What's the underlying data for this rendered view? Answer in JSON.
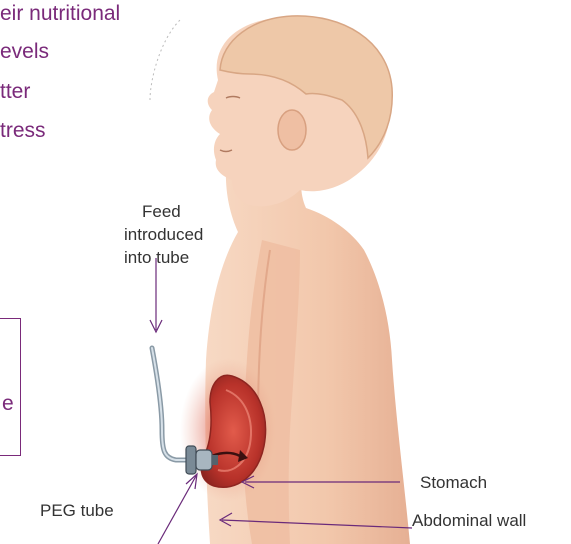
{
  "bullets": [
    "eir nutritional",
    "evels",
    "tter",
    "tress"
  ],
  "box_fragment": "e",
  "labels": {
    "feed_line1": "Feed",
    "feed_line2": "introduced",
    "feed_line3": "into tube",
    "stomach": "Stomach",
    "abdominal_wall": "Abdominal wall",
    "peg_tube": "PEG tube"
  },
  "colors": {
    "text_purple": "#7a2a7a",
    "arrow_purple": "#6a2a7a",
    "skin": "#f4cdb4",
    "skin_shadow": "#e2a98b",
    "stomach_red": "#c23a30",
    "label_grey": "#333333"
  }
}
